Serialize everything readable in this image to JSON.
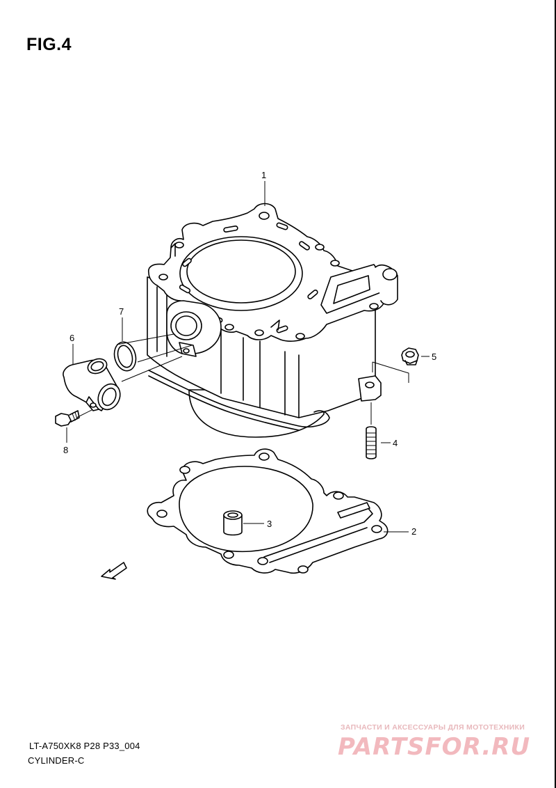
{
  "figure": {
    "title": "FIG.4"
  },
  "callouts": {
    "c1": "1",
    "c2": "2",
    "c3": "3",
    "c4": "4",
    "c5": "5",
    "c6": "6",
    "c7": "7",
    "c8": "8"
  },
  "fwd_label": "FWD",
  "footer": {
    "model_code": "LT-A750XK8 P28 P33_004",
    "section_name": "CYLINDER-C"
  },
  "watermark": {
    "tagline": "ЗАПЧАСТИ И АКСЕССУАРЫ ДЛЯ МОТОТЕХНИКИ",
    "logo": "PARTSFOR.RU"
  }
}
